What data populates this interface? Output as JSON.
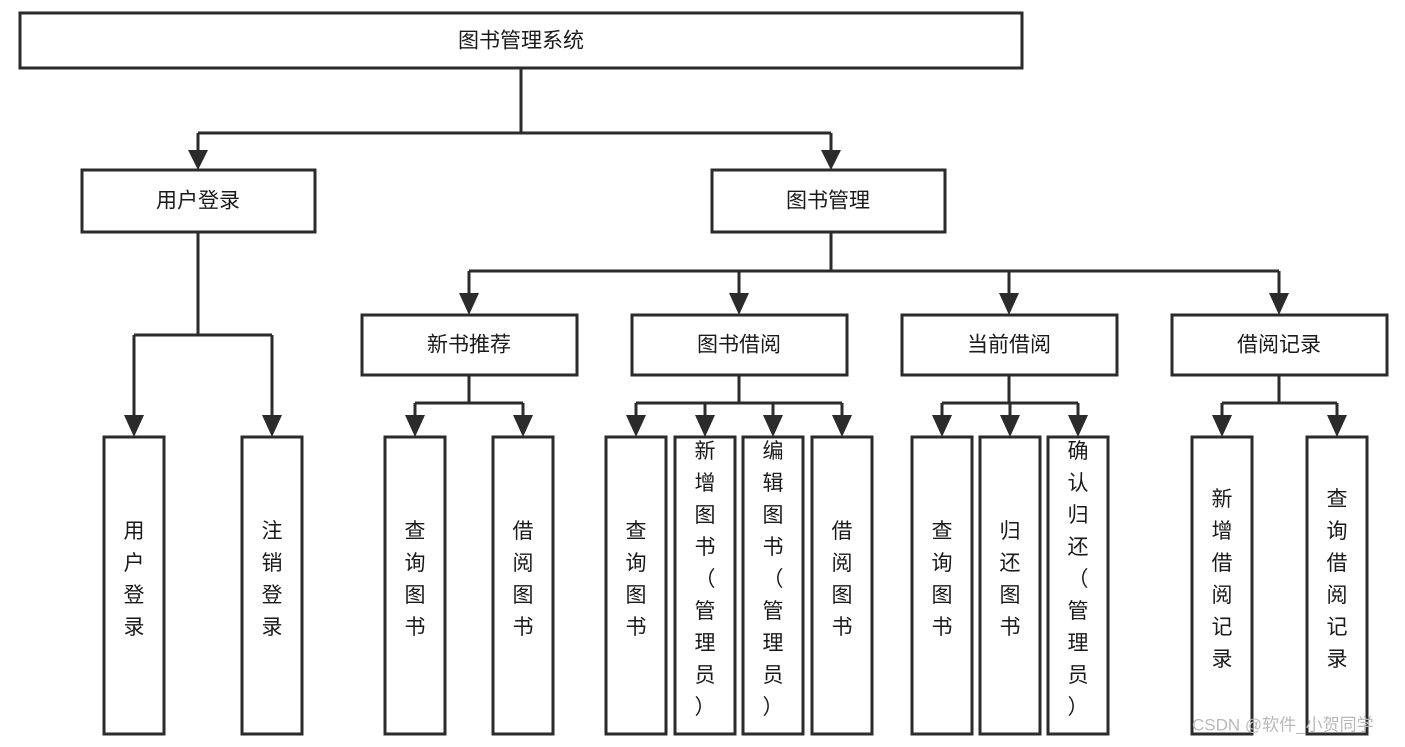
{
  "diagram": {
    "type": "tree-hierarchy-chart",
    "title": "图书管理系统",
    "theme": {
      "background": "#ffffff",
      "box_fill": "#ffffff",
      "box_stroke": "#2b2b2b",
      "line_color": "#2b2b2b",
      "text_color": "#1a1a1a",
      "watermark_color": "#b9b9b9"
    },
    "root": {
      "label": "图书管理系统",
      "orientation": "horizontal"
    },
    "level2": [
      {
        "label": "用户登录",
        "orientation": "horizontal"
      },
      {
        "label": "图书管理",
        "orientation": "horizontal"
      }
    ],
    "level3": [
      {
        "label": "新书推荐",
        "orientation": "horizontal"
      },
      {
        "label": "图书借阅",
        "orientation": "horizontal"
      },
      {
        "label": "当前借阅",
        "orientation": "horizontal"
      },
      {
        "label": "借阅记录",
        "orientation": "horizontal"
      }
    ],
    "leaves": {
      "user_login": [
        {
          "label": "用户登录",
          "orientation": "vertical"
        },
        {
          "label": "注销登录",
          "orientation": "vertical"
        }
      ],
      "new_book_recommend": [
        {
          "label": "查询图书",
          "orientation": "vertical"
        },
        {
          "label": "借阅图书",
          "orientation": "vertical"
        }
      ],
      "book_borrow": [
        {
          "label": "查询图书",
          "orientation": "vertical"
        },
        {
          "label": "新增图书（管理员）",
          "orientation": "vertical"
        },
        {
          "label": "编辑图书（管理员）",
          "orientation": "vertical"
        },
        {
          "label": "借阅图书",
          "orientation": "vertical"
        }
      ],
      "current_borrow": [
        {
          "label": "查询图书",
          "orientation": "vertical"
        },
        {
          "label": "归还图书",
          "orientation": "vertical"
        },
        {
          "label": "确认归还（管理员）",
          "orientation": "vertical"
        }
      ],
      "borrow_record": [
        {
          "label": "新增借阅记录",
          "orientation": "vertical"
        },
        {
          "label": "查询借阅记录",
          "orientation": "vertical"
        }
      ]
    }
  },
  "watermark": {
    "text": "CSDN @软件_小贺同学"
  }
}
